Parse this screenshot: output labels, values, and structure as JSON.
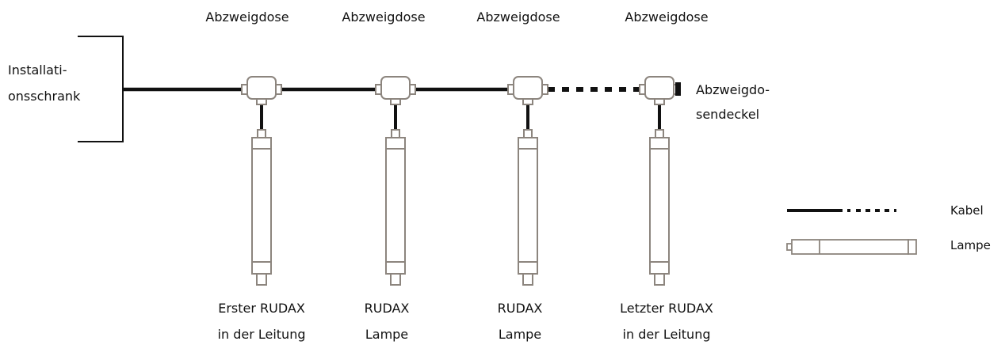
{
  "colors": {
    "cable": "#111111",
    "fixture_stroke": "#8c857e",
    "fixture_fill": "#ffffff",
    "cabinet_stroke": "#111111",
    "text": "#111111"
  },
  "cabinet": {
    "line1": "Installati-",
    "line2": "onsschrank",
    "icon": "cabinet-bracket-icon"
  },
  "junction_boxes": [
    {
      "label": "Abzweigdose",
      "icon": "junction-box-icon"
    },
    {
      "label": "Abzweigdose",
      "icon": "junction-box-icon"
    },
    {
      "label": "Abzweigdose",
      "icon": "junction-box-icon"
    },
    {
      "label": "Abzweigdose",
      "icon": "junction-box-icon"
    }
  ],
  "end_cap": {
    "line1": "Abzweigdo-",
    "line2": "sendeckel",
    "icon": "end-cap-icon"
  },
  "lamps": [
    {
      "line1": "Erster RUDAX",
      "line2": "in der Leitung",
      "icon": "lamp-tube-icon"
    },
    {
      "line1": "RUDAX",
      "line2": "Lampe",
      "icon": "lamp-tube-icon"
    },
    {
      "line1": "RUDAX",
      "line2": "Lampe",
      "icon": "lamp-tube-icon"
    },
    {
      "line1": "Letzter RUDAX",
      "line2": "in der Leitung",
      "icon": "lamp-tube-icon"
    }
  ],
  "legend": {
    "cable_label": "Kabel",
    "lamp_label": "Lampe",
    "cable_icon": "cable-legend-icon",
    "lamp_icon": "lamp-legend-icon"
  }
}
